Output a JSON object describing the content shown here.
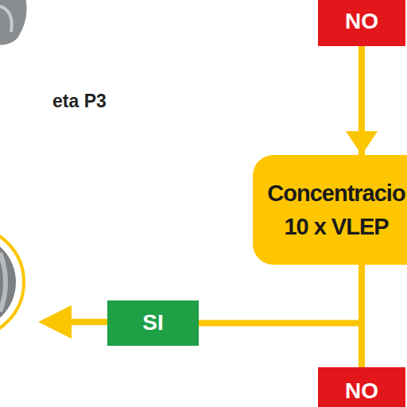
{
  "diagram": {
    "nodes": [
      {
        "text": [
          "NO"
        ]
      },
      {
        "text": [
          "Concentracio 10 x VLEP"
        ]
      },
      {
        "text": [
          "SI"
        ]
      },
      {
        "text": [
          "NO"
        ]
      }
    ],
    "edges": [
      {
        "from": 0,
        "to": 1,
        "arrow": "to"
      },
      {
        "from": 1,
        "to": 2,
        "arrow": "none"
      },
      {
        "from": 1,
        "to": 3,
        "arrow": "none"
      }
    ],
    "labels": [
      "eta P3"
    ]
  }
}
